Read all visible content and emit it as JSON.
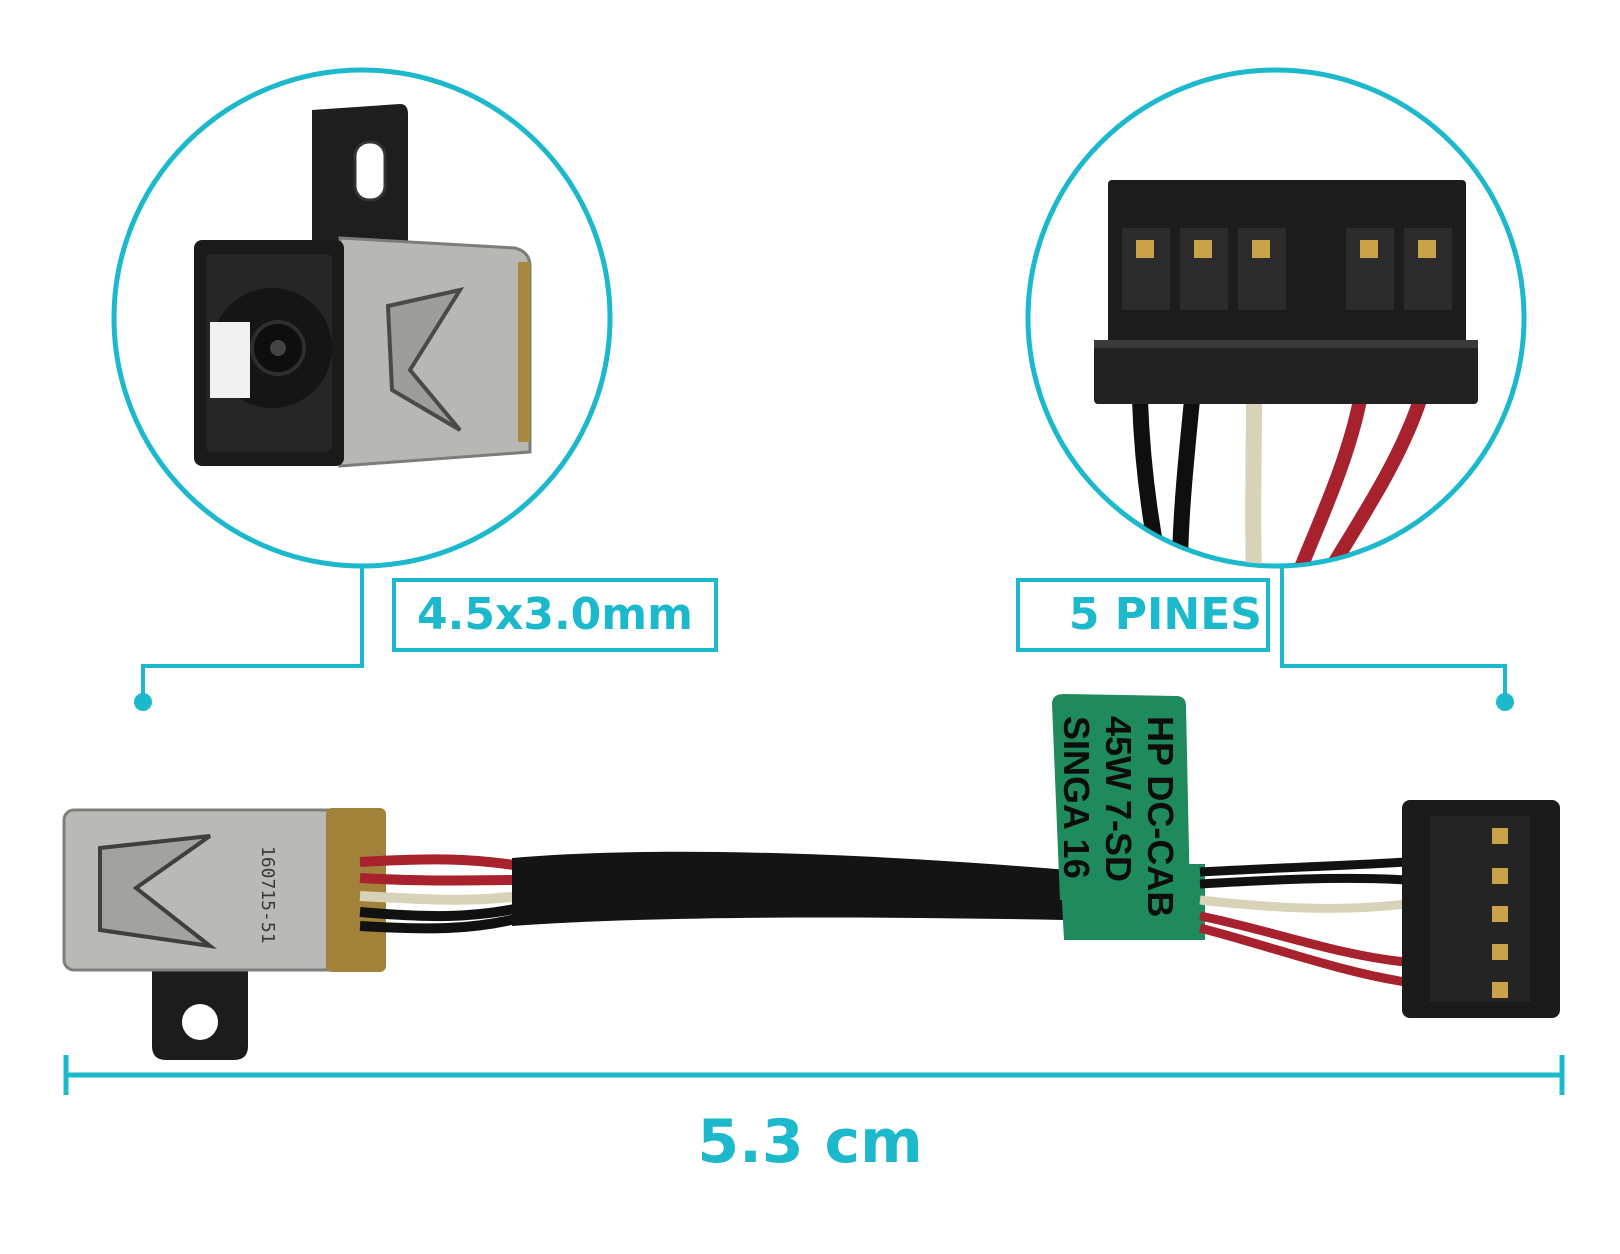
{
  "colors": {
    "accent": "#1cb8cc",
    "jack_metal": "#b4b5b0",
    "connector_plastic": "#1b1b1b",
    "sleeve": "#141414",
    "label_tag": "#1f8a5c",
    "wire_red": "#a5202b",
    "wire_black": "#111111",
    "wire_white": "#d9d4bd",
    "gold_contact": "#c9a24a"
  },
  "callouts": {
    "plug_size": "4.5x3.0mm",
    "pin_count": "5 PINES",
    "length": "5.3 cm"
  },
  "tag": {
    "lines": [
      "HP DC-CAB",
      "45W 7-SD",
      "SINGA 16"
    ]
  },
  "jack_marking": "160715-51",
  "pins": 5
}
